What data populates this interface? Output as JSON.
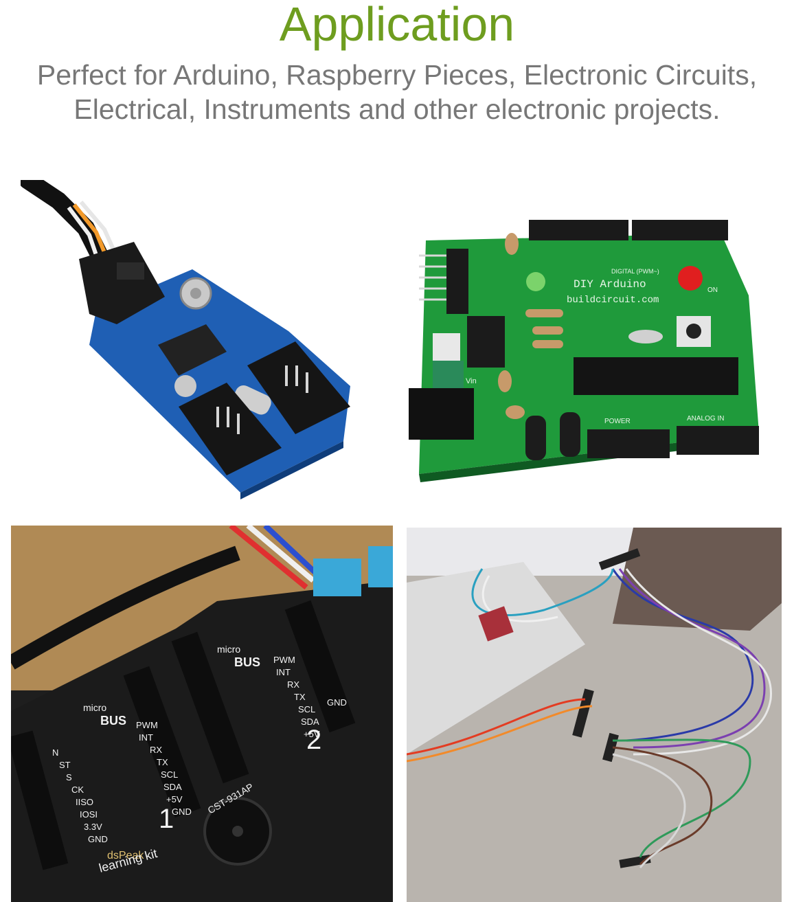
{
  "header": {
    "title": "Application",
    "subtitle_line1": "Perfect for Arduino, Raspberry Pieces, Electronic Circuits,",
    "subtitle_line2": "Electrical, Instruments and other electronic projects."
  },
  "colors": {
    "title": "#6e9d1f",
    "subtitle": "#777777"
  },
  "photos": {
    "arduino": {
      "brand_line1": "DIY Arduino",
      "brand_line2": "buildcircuit.com",
      "label_digital": "DIGITAL (PWM~)",
      "label_power": "POWER",
      "label_analog": "ANALOG IN",
      "label_on": "ON",
      "label_vin": "Vin"
    },
    "devboard": {
      "label_micro1": "micro",
      "label_bus1": "BUS",
      "label_micro2": "micro",
      "label_bus2": "BUS",
      "slot1": "1",
      "slot2": "2",
      "pins_left": [
        "PWM",
        "INT",
        "RX",
        "TX",
        "SCL",
        "SDA",
        "+5V",
        "GND"
      ],
      "pins_right": [
        "PWM",
        "INT",
        "RX",
        "TX",
        "SCL",
        "SDA",
        "+5V",
        "GND"
      ],
      "pins_far": [
        "N",
        "ST",
        "S",
        "CK",
        "IISO",
        "IOSI",
        "3.3V",
        "GND"
      ],
      "buzzer": "CST-931AP",
      "brand": "dsPeak",
      "kit_text": "learning kit"
    }
  }
}
